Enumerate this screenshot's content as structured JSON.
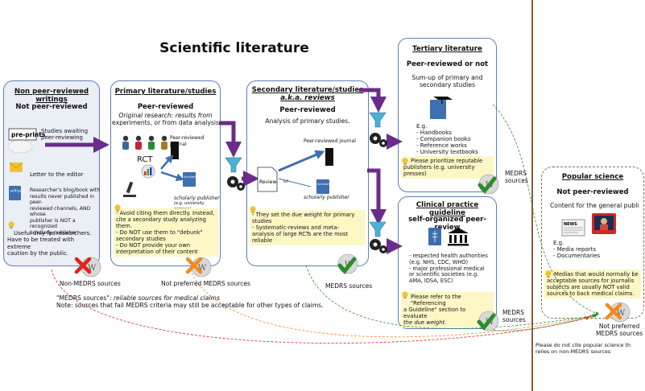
{
  "title": "Scientific literature",
  "nonpeer": {
    "title": "Non peer-reviewed writings",
    "subtitle": "Not peer-reviewed",
    "preprints_label": "pre-prints",
    "preprints_desc": "Studies awaiting peer-reviewing",
    "letter": "Letter to the editor",
    "selfpub_label": "self-pub",
    "selfpub_desc_1": "Researcher's blog/book with",
    "selfpub_desc_2": "results never published in peer-",
    "selfpub_desc_3": "reviewed channels, AND whose",
    "selfpub_desc_4": "publisher is NOT a recognized",
    "selfpub_desc_5": "scholarly publisher",
    "note_1": "Useful only for researchers.",
    "note_2": "Have to be treated with extreme",
    "note_3": "caution by the public.",
    "badge": "Non-MEDRS sources"
  },
  "primary": {
    "title": "Primary literature/studies",
    "subtitle": "Peer-reviewed",
    "desc_1": "Original research: results from",
    "desc_2": "experiments, or from data analysis",
    "rct": "RCT",
    "journal_label": "Peer-reviewed journal",
    "journal_book": "Journal",
    "scholar_book": "Scholarly pub",
    "scholar_label": "scholarly publisher",
    "scholar_eg": "(e.g. university presses)",
    "note_1": "- Avoid citing them directly. Instead,",
    "note_2": "cite a secondary study analyzing",
    "note_3": "them.",
    "note_4": "- Do NOT use them to \"debunk\"",
    "note_5": "secondary studies",
    "note_6": "- Do NOT provide your own",
    "note_7": "interpretation of their content",
    "badge": "Not preferred MEDRS sources"
  },
  "secondary": {
    "title_1": "Secondary literature/studies",
    "title_2": "a.k.a. reviews",
    "subtitle": "Peer-reviewed",
    "desc": "Analysis of primary studies.",
    "journal_label": "Peer-reviewed journal",
    "journal_book": "Journal",
    "review_doc": "Review",
    "or": "or",
    "scholar_book": "Scholarly pub",
    "scholar_label": "scholarly publisher",
    "note_1": "- They set the due weight for primary",
    "note_2": "studies",
    "note_3": "- Systematic-reviews and meta-",
    "note_4": "analysis of large RCTs are the most",
    "note_5": "reliable",
    "badge": "MEDRS sources"
  },
  "tertiary": {
    "title": "Tertiary literature",
    "subtitle": "Peer-reviewed or not",
    "desc_1": "Sum-up of primary and",
    "desc_2": "secondary studies",
    "eg": "E.g.",
    "items": [
      "- Handbooks",
      "- Companion books",
      "- Reference works",
      "- University textbooks"
    ],
    "note_1": "Please prioritize reputable",
    "note_2": "publishers (e.g. university",
    "note_3": "presses)",
    "badge_1": "MEDRS",
    "badge_2": "sources"
  },
  "clinical": {
    "title": "Clinical practice guideline",
    "subtitle": "self-organized peer-review",
    "items": [
      "- respected health authorities",
      "(e.g. NHS, CDC, WHO)",
      "- major professional medical",
      "or scientific societies (e.g.",
      "AMA, IDSA, ESC)"
    ],
    "note_1": "Please refer to the \"Referencing",
    "note_2": "a Guideline\" section to evaluate",
    "note_3": "the due weight.",
    "badge_1": "MEDRS",
    "badge_2": "sources"
  },
  "popular": {
    "title": "Popular science",
    "subtitle": "Not peer-reviewed",
    "desc": "Content for the general publi",
    "news_label": "NEWS",
    "eg": "E.g.",
    "items": [
      "- Media reports",
      "- Documentaries"
    ],
    "note_1": "Medias that would normally be",
    "note_2": "acceptable sources for journalis",
    "note_3": "subjects are usually NOT valid",
    "note_4": "sources to back medical claims.",
    "badge_1": "Not preferred",
    "badge_2": "MEDRS sources",
    "footer_1": "Please do not cite popular science th",
    "footer_2": "relies on non-MEDRS sources"
  },
  "footnote": {
    "line_1_prefix": "\"MEDRS sources\":",
    "line_1_italic": " reliable sources for medical claims",
    "line_2": "Note: sources that fail MEDRS criteria may still be acceptable for other types of claims."
  },
  "colors": {
    "panel_border": "#5d7fb6",
    "arrow": "#6a2c8a",
    "note_bg": "#fdf7c6",
    "red_x": "#e0231c",
    "orange_x": "#f28a1e",
    "green_check": "#2e8a2e",
    "divider": "#8b5a3c"
  },
  "icons": [
    "gear-icon",
    "funnel-icon",
    "book-icon",
    "wikipedia-globe-icon",
    "temple-icon",
    "tv-icon",
    "newspaper-icon",
    "microscope-icon",
    "chart-icon",
    "envelope-icon",
    "cloud-icon",
    "lightbulb-icon"
  ]
}
